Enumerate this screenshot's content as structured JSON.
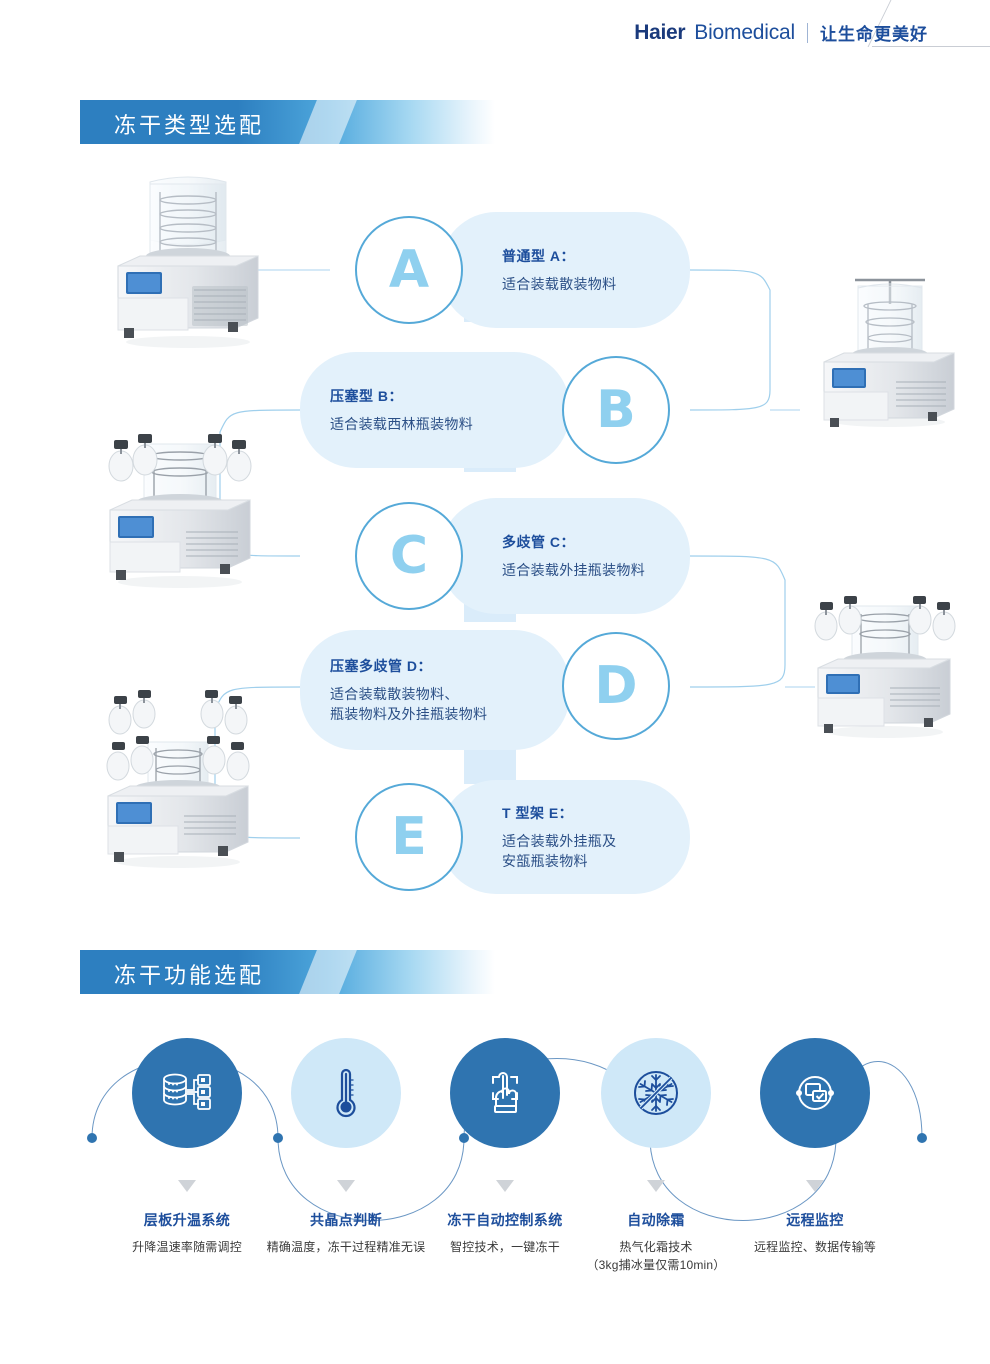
{
  "header": {
    "brand_primary": "Haier",
    "brand_secondary": "Biomedical",
    "slogan": "让生命更美好"
  },
  "sections": [
    {
      "id": "type",
      "title": "冻干类型选配"
    },
    {
      "id": "function",
      "title": "冻干功能选配"
    }
  ],
  "types": [
    {
      "letter": "A",
      "title": "普通型 A：",
      "desc": "适合装载散装物料",
      "side": "left",
      "product_alt": "普通型冻干机"
    },
    {
      "letter": "B",
      "title": "压塞型 B：",
      "desc": "适合装载西林瓶装物料",
      "side": "right",
      "product_alt": "压塞型冻干机"
    },
    {
      "letter": "C",
      "title": "多歧管 C：",
      "desc": "适合装载外挂瓶装物料",
      "side": "left",
      "product_alt": "多歧管冻干机"
    },
    {
      "letter": "D",
      "title": "压塞多歧管 D：",
      "desc": "适合装载散装物料、\n瓶装物料及外挂瓶装物料",
      "side": "right",
      "product_alt": "压塞多歧管冻干机"
    },
    {
      "letter": "E",
      "title": "T 型架 E：",
      "desc": "适合装载外挂瓶及\n安瓿瓶装物料",
      "side": "left",
      "product_alt": "T型架冻干机"
    }
  ],
  "features": [
    {
      "icon": "shelf-heating-icon",
      "label": "层板升温系统",
      "desc": "升降温速率随需调控",
      "style": "dark"
    },
    {
      "icon": "thermometer-icon",
      "label": "共晶点判断",
      "desc": "精确温度，冻干过程精准无误",
      "style": "light"
    },
    {
      "icon": "touch-control-icon",
      "label": "冻干自动控制系统",
      "desc": "智控技术，一键冻干",
      "style": "dark"
    },
    {
      "icon": "snowflake-defrost-icon",
      "label": "自动除霜",
      "desc": "热气化霜技术\n（3kg捕冰量仅需10min）",
      "style": "light"
    },
    {
      "icon": "remote-monitor-icon",
      "label": "远程监控",
      "desc": "远程监控、数据传输等",
      "style": "dark"
    }
  ],
  "colors": {
    "brand_blue": "#1d4e9c",
    "accent_blue": "#2f74b0",
    "light_blue": "#cfe8f8",
    "pill_bg": "#e3f1fb",
    "circle_stroke": "#55a9d8",
    "letter_fill": "#8fd0ef"
  }
}
